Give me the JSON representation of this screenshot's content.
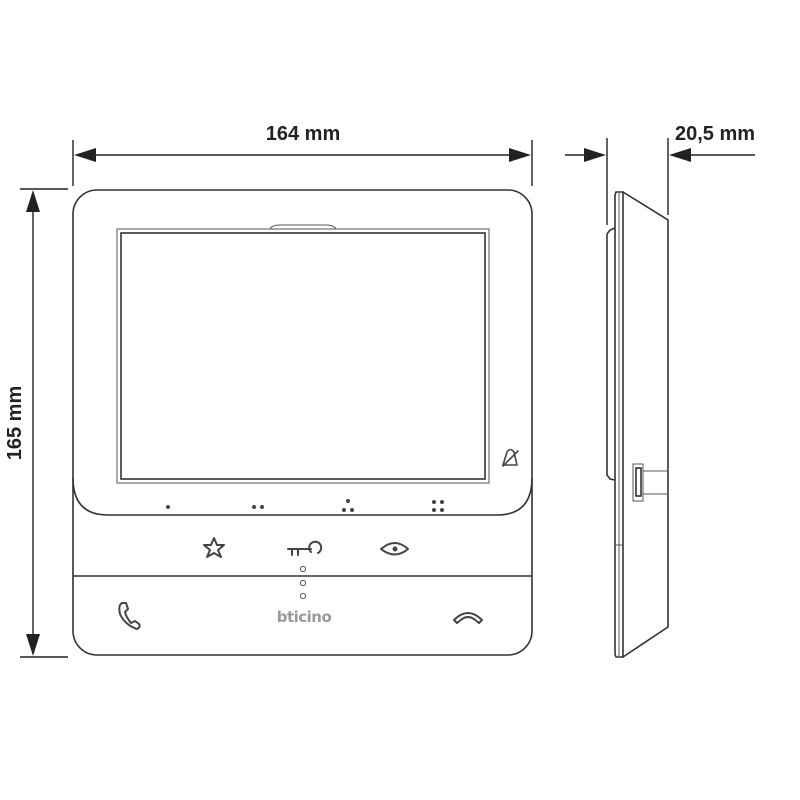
{
  "dimensions": {
    "width_label": "164 mm",
    "height_label": "165 mm",
    "depth_label": "20,5 mm"
  },
  "device": {
    "brand": "bticino",
    "buttons": [
      "favorite",
      "door-lock",
      "camera-view",
      "answer-call",
      "end-call"
    ],
    "indicator_dots": [
      1,
      2,
      3,
      4
    ],
    "led_count": 3
  },
  "colors": {
    "line": "#333333",
    "brand": "#999999"
  }
}
